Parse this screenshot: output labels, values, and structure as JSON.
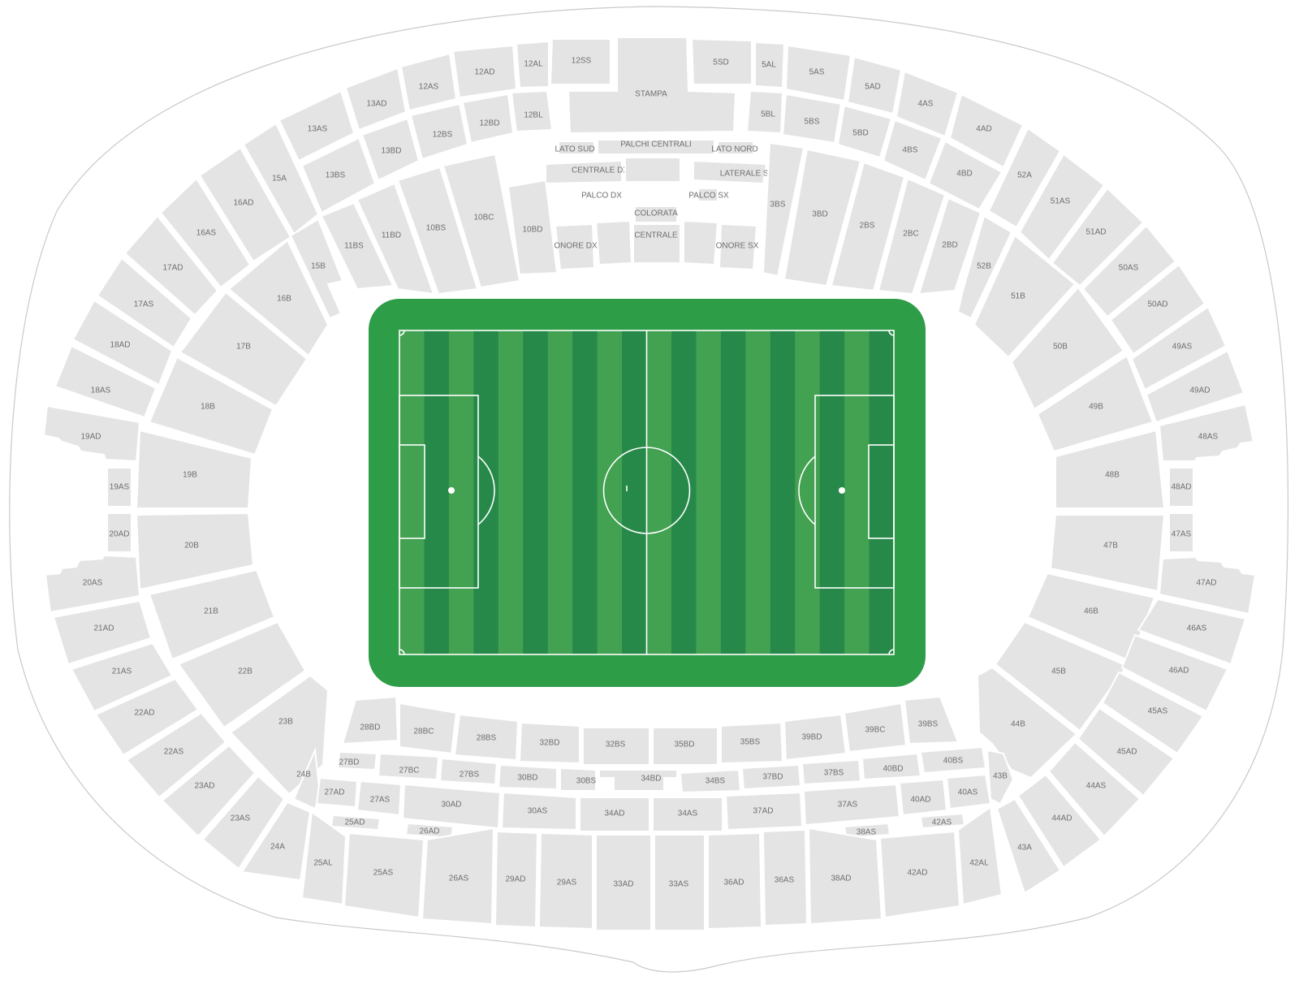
{
  "colors": {
    "section": "#e4e4e4",
    "pitch_surround": "#2e9d48",
    "stripe_light": "#43a152",
    "stripe_dark": "#26894a",
    "lines": "#ffffff",
    "label": "#6f6f6f"
  },
  "sections": [
    {
      "id": "12SS",
      "label": "12SS"
    },
    {
      "id": "12AL",
      "label": "12AL"
    },
    {
      "id": "12AD",
      "label": "12AD"
    },
    {
      "id": "12AS",
      "label": "12AS"
    },
    {
      "id": "13AD",
      "label": "13AD"
    },
    {
      "id": "13AS",
      "label": "13AS"
    },
    {
      "id": "12BL",
      "label": "12BL"
    },
    {
      "id": "12BD",
      "label": "12BD"
    },
    {
      "id": "12BS",
      "label": "12BS"
    },
    {
      "id": "13BD",
      "label": "13BD"
    },
    {
      "id": "13BS",
      "label": "13BS"
    },
    {
      "id": "STAMPA",
      "label": "STAMPA"
    },
    {
      "id": "5SD",
      "label": "5SD"
    },
    {
      "id": "5AL",
      "label": "5AL"
    },
    {
      "id": "5AS",
      "label": "5AS"
    },
    {
      "id": "5AD",
      "label": "5AD"
    },
    {
      "id": "4AS",
      "label": "4AS"
    },
    {
      "id": "4AD",
      "label": "4AD"
    },
    {
      "id": "5BL",
      "label": "5BL"
    },
    {
      "id": "5BS",
      "label": "5BS"
    },
    {
      "id": "5BD",
      "label": "5BD"
    },
    {
      "id": "4BS",
      "label": "4BS"
    },
    {
      "id": "4BD",
      "label": "4BD"
    },
    {
      "id": "LATO_SUD",
      "label": "LATO SUD"
    },
    {
      "id": "PALCHI_CENTRALI",
      "label": "PALCHI CENTRALI"
    },
    {
      "id": "LATO_NORD",
      "label": "LATO NORD"
    },
    {
      "id": "CENTRALE_DX",
      "label": "CENTRALE DX"
    },
    {
      "id": "LATERALE_SX",
      "label": "LATERALE SX"
    },
    {
      "id": "PALCO_DX",
      "label": "PALCO DX"
    },
    {
      "id": "PALCO_SX",
      "label": "PALCO SX"
    },
    {
      "id": "COLORATA",
      "label": "COLORATA"
    },
    {
      "id": "CENTRALE",
      "label": "CENTRALE"
    },
    {
      "id": "ONORE_DX",
      "label": "ONORE DX"
    },
    {
      "id": "ONORE_SX",
      "label": "ONORE SX"
    },
    {
      "id": "15A",
      "label": "15A"
    },
    {
      "id": "16AD",
      "label": "16AD"
    },
    {
      "id": "16AS",
      "label": "16AS"
    },
    {
      "id": "17AD",
      "label": "17AD"
    },
    {
      "id": "17AS",
      "label": "17AS"
    },
    {
      "id": "18AD",
      "label": "18AD"
    },
    {
      "id": "18AS",
      "label": "18AS"
    },
    {
      "id": "19AD",
      "label": "19AD"
    },
    {
      "id": "19AS",
      "label": "19AS"
    },
    {
      "id": "20AD",
      "label": "20AD"
    },
    {
      "id": "20AS",
      "label": "20AS"
    },
    {
      "id": "21AD",
      "label": "21AD"
    },
    {
      "id": "21AS",
      "label": "21AS"
    },
    {
      "id": "22AD",
      "label": "22AD"
    },
    {
      "id": "22AS",
      "label": "22AS"
    },
    {
      "id": "23AD",
      "label": "23AD"
    },
    {
      "id": "23AS",
      "label": "23AS"
    },
    {
      "id": "24A",
      "label": "24A"
    },
    {
      "id": "10BC",
      "label": "10BC"
    },
    {
      "id": "10BS",
      "label": "10BS"
    },
    {
      "id": "11BD",
      "label": "11BD"
    },
    {
      "id": "11BS",
      "label": "11BS"
    },
    {
      "id": "10BD",
      "label": "10BD"
    },
    {
      "id": "15B",
      "label": "15B"
    },
    {
      "id": "16B",
      "label": "16B"
    },
    {
      "id": "17B",
      "label": "17B"
    },
    {
      "id": "18B",
      "label": "18B"
    },
    {
      "id": "19B",
      "label": "19B"
    },
    {
      "id": "20B",
      "label": "20B"
    },
    {
      "id": "21B",
      "label": "21B"
    },
    {
      "id": "22B",
      "label": "22B"
    },
    {
      "id": "23B",
      "label": "23B"
    },
    {
      "id": "24B",
      "label": "24B"
    },
    {
      "id": "3BS",
      "label": "3BS"
    },
    {
      "id": "3BD",
      "label": "3BD"
    },
    {
      "id": "2BS",
      "label": "2BS"
    },
    {
      "id": "2BC",
      "label": "2BC"
    },
    {
      "id": "2BD",
      "label": "2BD"
    },
    {
      "id": "52B",
      "label": "52B"
    },
    {
      "id": "51B",
      "label": "51B"
    },
    {
      "id": "50B",
      "label": "50B"
    },
    {
      "id": "49B",
      "label": "49B"
    },
    {
      "id": "48B",
      "label": "48B"
    },
    {
      "id": "47B",
      "label": "47B"
    },
    {
      "id": "46B",
      "label": "46B"
    },
    {
      "id": "45B",
      "label": "45B"
    },
    {
      "id": "44B",
      "label": "44B"
    },
    {
      "id": "43B",
      "label": "43B"
    },
    {
      "id": "52A",
      "label": "52A"
    },
    {
      "id": "51AS",
      "label": "51AS"
    },
    {
      "id": "51AD",
      "label": "51AD"
    },
    {
      "id": "50AS",
      "label": "50AS"
    },
    {
      "id": "50AD",
      "label": "50AD"
    },
    {
      "id": "49AS",
      "label": "49AS"
    },
    {
      "id": "49AD",
      "label": "49AD"
    },
    {
      "id": "48AS",
      "label": "48AS"
    },
    {
      "id": "48AD",
      "label": "48AD"
    },
    {
      "id": "47AS",
      "label": "47AS"
    },
    {
      "id": "47AD",
      "label": "47AD"
    },
    {
      "id": "46AS",
      "label": "46AS"
    },
    {
      "id": "46AD",
      "label": "46AD"
    },
    {
      "id": "45AS",
      "label": "45AS"
    },
    {
      "id": "45AD",
      "label": "45AD"
    },
    {
      "id": "44AS",
      "label": "44AS"
    },
    {
      "id": "44AD",
      "label": "44AD"
    },
    {
      "id": "43A",
      "label": "43A"
    },
    {
      "id": "28BD",
      "label": "28BD"
    },
    {
      "id": "28BC",
      "label": "28BC"
    },
    {
      "id": "28BS",
      "label": "28BS"
    },
    {
      "id": "32BD",
      "label": "32BD"
    },
    {
      "id": "32BS",
      "label": "32BS"
    },
    {
      "id": "35BD",
      "label": "35BD"
    },
    {
      "id": "35BS",
      "label": "35BS"
    },
    {
      "id": "39BD",
      "label": "39BD"
    },
    {
      "id": "39BC",
      "label": "39BC"
    },
    {
      "id": "39BS",
      "label": "39BS"
    },
    {
      "id": "27BD",
      "label": "27BD"
    },
    {
      "id": "27BC",
      "label": "27BC"
    },
    {
      "id": "27BS",
      "label": "27BS"
    },
    {
      "id": "30BD",
      "label": "30BD"
    },
    {
      "id": "30BS",
      "label": "30BS"
    },
    {
      "id": "34BD",
      "label": "34BD"
    },
    {
      "id": "34BS",
      "label": "34BS"
    },
    {
      "id": "37BD",
      "label": "37BD"
    },
    {
      "id": "37BS",
      "label": "37BS"
    },
    {
      "id": "40BD",
      "label": "40BD"
    },
    {
      "id": "40BS",
      "label": "40BS"
    },
    {
      "id": "27AD",
      "label": "27AD"
    },
    {
      "id": "27AS",
      "label": "27AS"
    },
    {
      "id": "30AD",
      "label": "30AD"
    },
    {
      "id": "30AS",
      "label": "30AS"
    },
    {
      "id": "34AD",
      "label": "34AD"
    },
    {
      "id": "34AS",
      "label": "34AS"
    },
    {
      "id": "37AD",
      "label": "37AD"
    },
    {
      "id": "37AS",
      "label": "37AS"
    },
    {
      "id": "40AD",
      "label": "40AD"
    },
    {
      "id": "40AS",
      "label": "40AS"
    },
    {
      "id": "25AD",
      "label": "25AD"
    },
    {
      "id": "26AD",
      "label": "26AD"
    },
    {
      "id": "38AS",
      "label": "38AS"
    },
    {
      "id": "42AS",
      "label": "42AS"
    },
    {
      "id": "25AL",
      "label": "25AL"
    },
    {
      "id": "25AS",
      "label": "25AS"
    },
    {
      "id": "26AS",
      "label": "26AS"
    },
    {
      "id": "29AD",
      "label": "29AD"
    },
    {
      "id": "29AS",
      "label": "29AS"
    },
    {
      "id": "33AD",
      "label": "33AD"
    },
    {
      "id": "33AS",
      "label": "33AS"
    },
    {
      "id": "36AD",
      "label": "36AD"
    },
    {
      "id": "36AS",
      "label": "36AS"
    },
    {
      "id": "38AD",
      "label": "38AD"
    },
    {
      "id": "42AD",
      "label": "42AD"
    },
    {
      "id": "42AL",
      "label": "42AL"
    }
  ]
}
